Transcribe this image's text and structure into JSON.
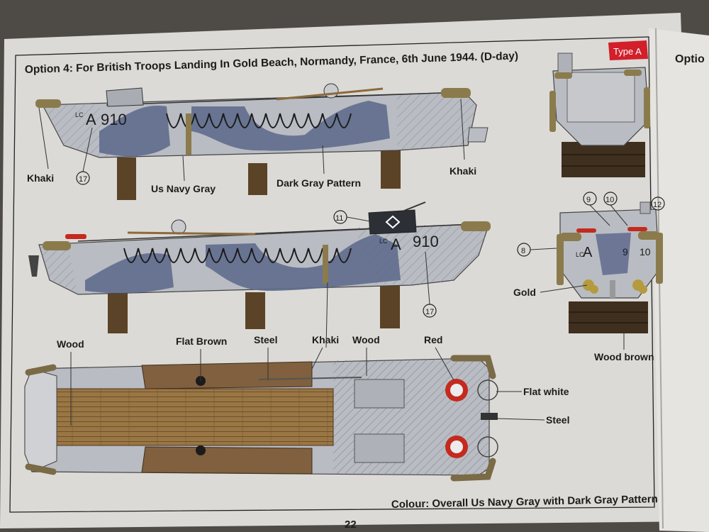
{
  "header": {
    "title": "Option 4: For British Troops Landing In Gold Beach, Normandy, France, 6th June 1944. (D-day)",
    "type_tag": "Type A",
    "next_page_stub": "Optio"
  },
  "hull_code": {
    "prefix": "LC",
    "letter": "A",
    "number": "910"
  },
  "labels": {
    "khaki_left": "Khaki",
    "khaki_right": "Khaki",
    "us_navy_gray": "Us Navy Gray",
    "dark_gray_pattern": "Dark Gray Pattern",
    "gold": "Gold",
    "wood_brown": "Wood brown",
    "wood_left": "Wood",
    "flat_brown": "Flat Brown",
    "steel_top": "Steel",
    "khaki_top": "Khaki",
    "wood_right": "Wood",
    "red": "Red",
    "flat_white": "Flat white",
    "steel_right": "Steel"
  },
  "callouts": {
    "c17_top": "17",
    "c11": "11",
    "c17_side": "17",
    "c9": "9",
    "c10": "10",
    "c12": "12",
    "c8": "8",
    "stern_nine": "9",
    "stern_ten": "10"
  },
  "footer": {
    "colour_note": "Colour: Overall Us Navy Gray with Dark Gray Pattern",
    "page_number": "22"
  },
  "colors": {
    "navy_gray": "#b9bcc2",
    "dark_pattern": "#5f6b8d",
    "khaki": "#8b7b4c",
    "wood": "#8a6a3e",
    "flat_brown": "#80603e",
    "wood_brown": "#3f2f1f",
    "red": "#c42a1e",
    "gold": "#b59a3e",
    "tag_red": "#d21f2a"
  }
}
